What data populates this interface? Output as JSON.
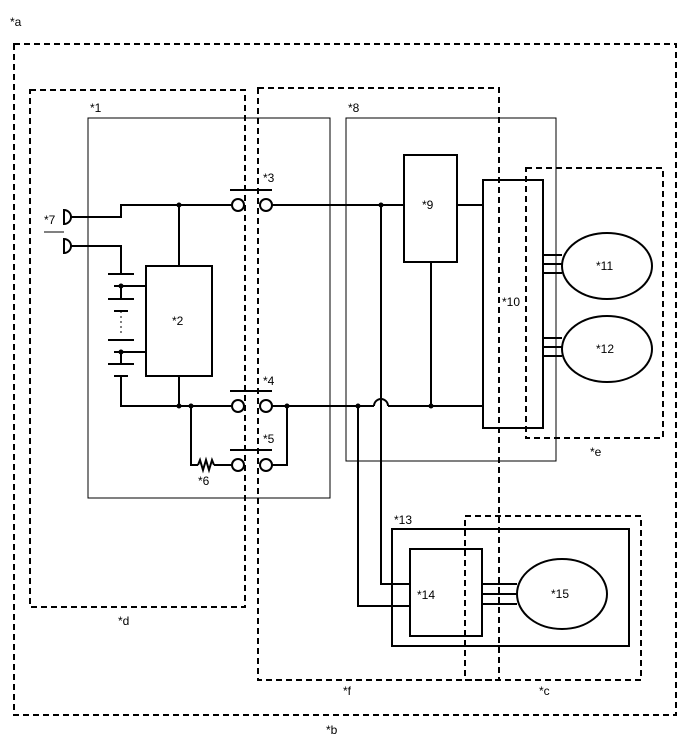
{
  "labels": {
    "a": "*a",
    "b": "*b",
    "c": "*c",
    "d": "*d",
    "e": "*e",
    "f": "*f",
    "n1": "*1",
    "n2": "*2",
    "n3": "*3",
    "n4": "*4",
    "n5": "*5",
    "n6": "*6",
    "n7": "*7",
    "n8": "*8",
    "n9": "*9",
    "n10": "*10",
    "n11": "*11",
    "n12": "*12",
    "n13": "*13",
    "n14": "*14",
    "n15": "*15"
  }
}
